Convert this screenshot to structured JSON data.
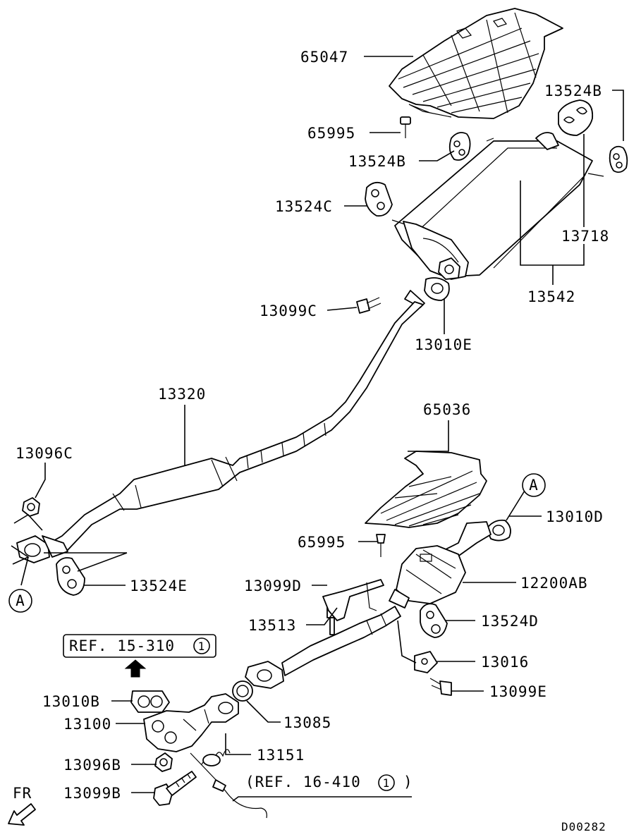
{
  "diagram_id": "D00282",
  "orientation_label": "FR",
  "callout_letter": "A",
  "references": {
    "ref_top_text": "REF. 15-310",
    "ref_top_circle": "1",
    "ref_bottom_text": "(REF. 16-410",
    "ref_bottom_circle": "1",
    "ref_bottom_close": ")"
  },
  "parts": {
    "heat_shield_rear": "65047",
    "clip_upper": "65995",
    "hanger_b_right": "13524B",
    "hanger_b_left": "13524B",
    "hanger_c": "13524C",
    "bracket_13718": "13718",
    "main_muffler": "13542",
    "bolt_13099c": "13099C",
    "gasket_13010e": "13010E",
    "center_pipe": "13320",
    "nut_13096c": "13096C",
    "hanger_e": "13524E",
    "heat_shield_front": "65036",
    "clip_lower": "65995",
    "gasket_13010d": "13010D",
    "bolt_13099d": "13099D",
    "catalytic_converter": "12200AB",
    "bracket_13513": "13513",
    "hanger_d": "13524D",
    "bracket_13016": "13016",
    "bolt_13099e": "13099E",
    "gasket_13010b": "13010B",
    "front_pipe": "13100",
    "ring_13085": "13085",
    "nut_13096b": "13096B",
    "spring_13151": "13151",
    "bolt_13099b": "13099B"
  }
}
